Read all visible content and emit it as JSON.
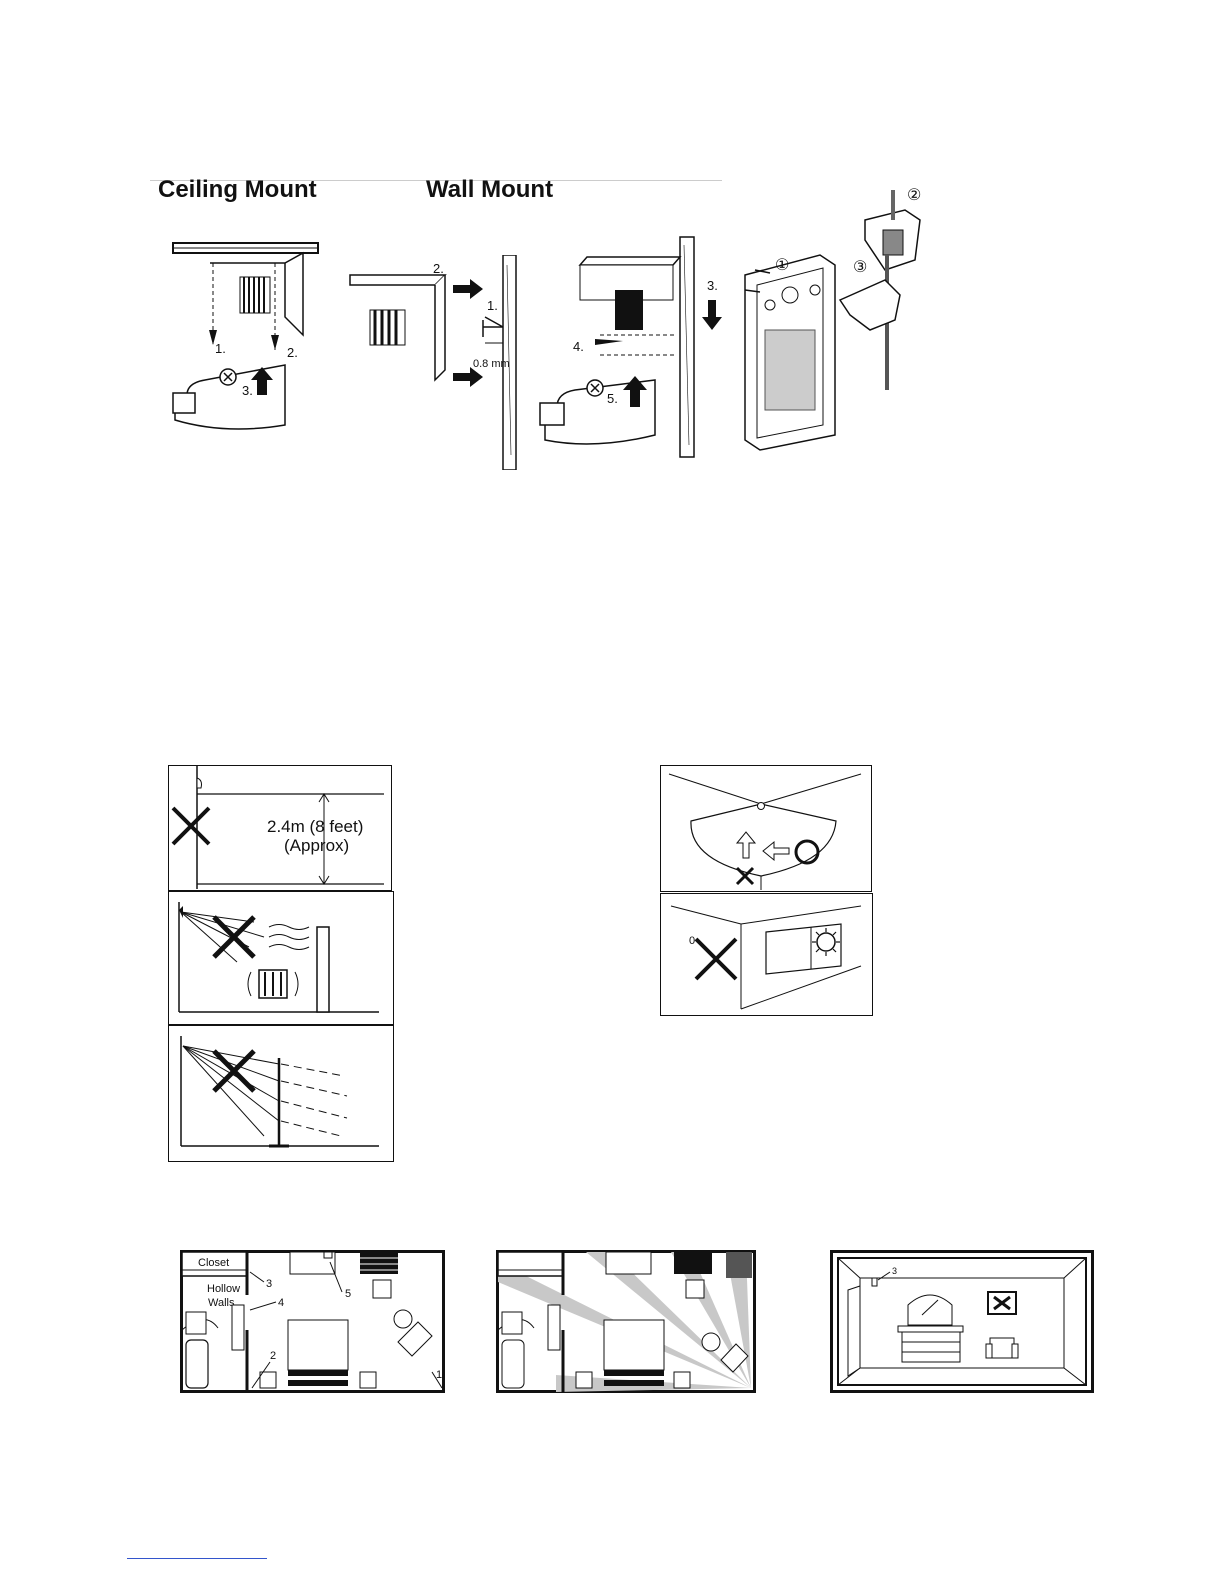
{
  "mounting": {
    "ceiling_title": "Ceiling Mount",
    "wall_title": "Wall Mount",
    "ceiling_steps": [
      "1.",
      "2.",
      "3."
    ],
    "wall_steps": [
      "2.",
      "1.",
      "4.",
      "5.",
      "3."
    ],
    "gap_label": "0.8 mm",
    "bracket_steps": [
      "①",
      "②",
      "③"
    ]
  },
  "placement": {
    "height_label": "2.4m (8 feet)",
    "approx_label": "(Approx)",
    "small_label": "0"
  },
  "floorplan": {
    "closet": "Closet",
    "hollow": "Hollow",
    "walls": "Walls",
    "callouts": [
      "1",
      "2",
      "3",
      "4",
      "5"
    ],
    "room_callout": "3"
  }
}
